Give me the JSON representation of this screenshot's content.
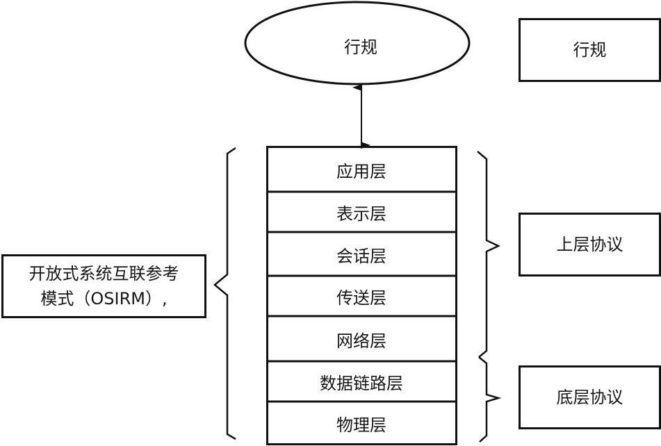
{
  "diagram": {
    "top_ellipse": {
      "label": "行规"
    },
    "right_boxes": {
      "profile": {
        "label": "行规"
      },
      "upper_protocols": {
        "label": "上层协议"
      },
      "lower_protocols": {
        "label": "底层协议"
      }
    },
    "left_box": {
      "line1": "开放式系统互联参考",
      "line2": "模式（OSIRM）,"
    },
    "layers": [
      {
        "label": "应用层"
      },
      {
        "label": "表示层"
      },
      {
        "label": "会话层"
      },
      {
        "label": "传送层"
      },
      {
        "label": "网络层"
      },
      {
        "label": "数据链路层"
      },
      {
        "label": "物理层"
      }
    ],
    "groupings": [
      {
        "name": "upper",
        "covers_layers": [
          "应用层",
          "表示层",
          "会话层",
          "传送层",
          "网络层"
        ],
        "target": "上层协议"
      },
      {
        "name": "lower",
        "covers_layers": [
          "数据链路层",
          "物理层"
        ],
        "target": "底层协议"
      },
      {
        "name": "all",
        "covers_layers": [
          "应用层",
          "表示层",
          "会话层",
          "传送层",
          "网络层",
          "数据链路层",
          "物理层"
        ],
        "target": "开放式系统互联参考模式（OSIRM）,"
      }
    ],
    "connector": {
      "from": "行规",
      "to": "应用层",
      "type": "bidirectional-arrow"
    }
  }
}
